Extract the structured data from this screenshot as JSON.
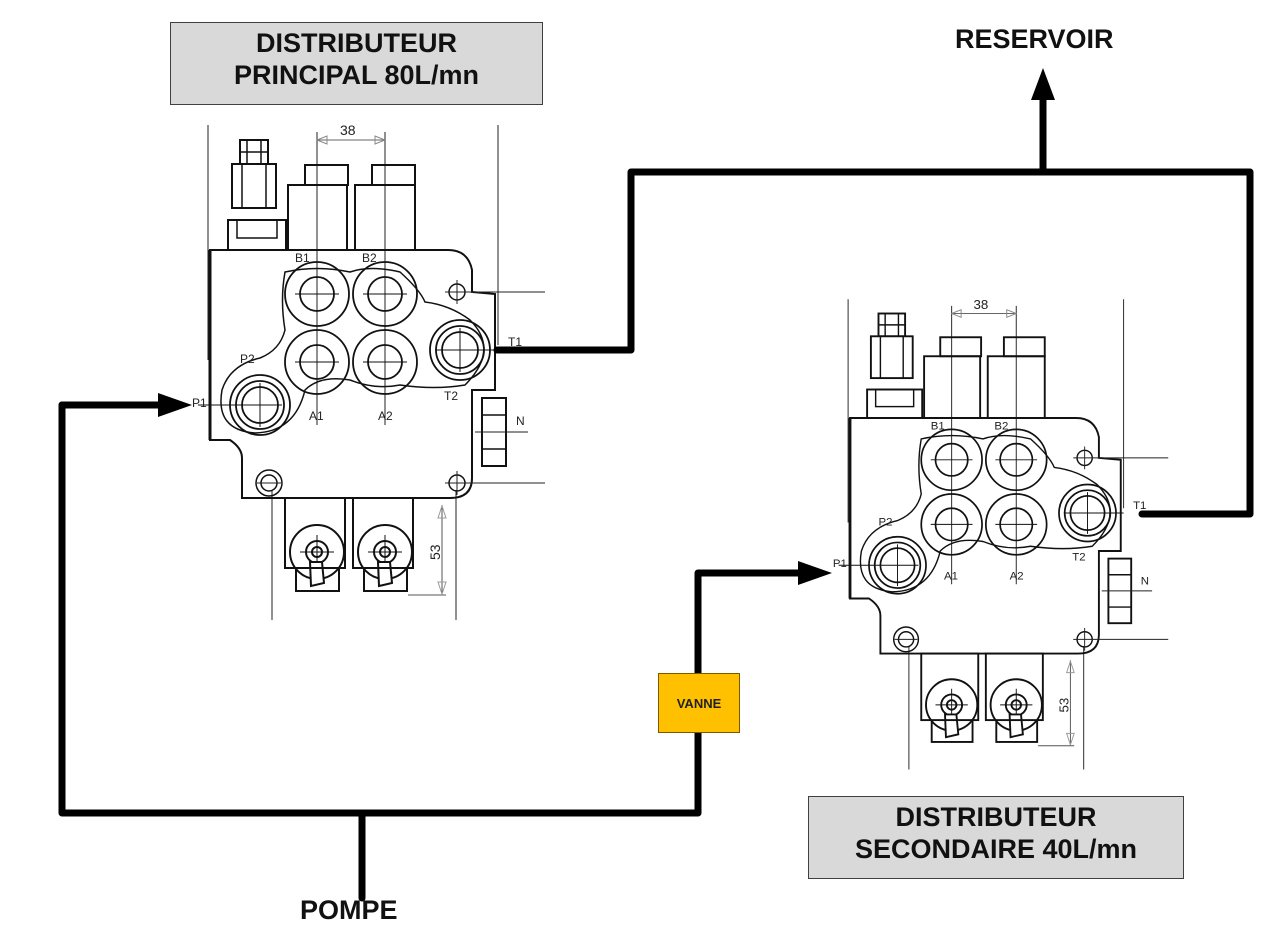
{
  "title_primary": {
    "line1": "DISTRIBUTEUR",
    "line2": "PRINCIPAL 80L/mn"
  },
  "title_secondary": {
    "line1": "DISTRIBUTEUR",
    "line2": "SECONDAIRE 40L/mn"
  },
  "labels": {
    "reservoir": "RESERVOIR",
    "pompe": "POMPE",
    "vanne": "VANNE"
  },
  "valve_primary": {
    "ports": {
      "B1": "B1",
      "B2": "B2",
      "A1": "A1",
      "A2": "A2",
      "P1": "P1",
      "P2": "P2",
      "T1": "T1",
      "T2": "T2",
      "N": "N"
    },
    "dims": {
      "spacing": "38",
      "height": "53"
    }
  },
  "valve_secondary": {
    "ports": {
      "B1": "B1",
      "B2": "B2",
      "A1": "A1",
      "A2": "A2",
      "P1": "P1",
      "P2": "P2",
      "T1": "T1",
      "T2": "T2",
      "N": "N"
    },
    "dims": {
      "spacing": "38",
      "height": "53"
    }
  },
  "colors": {
    "line": "#000000",
    "title_box_bg": "#d9d9d9",
    "vanne_bg": "#ffc000"
  }
}
